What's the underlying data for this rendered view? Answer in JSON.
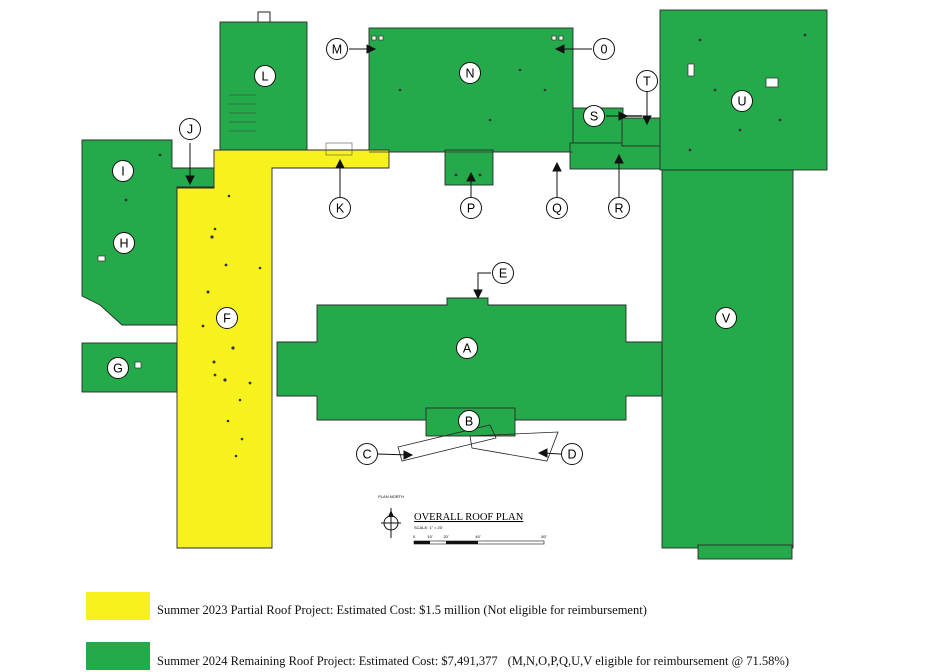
{
  "colors": {
    "completed_2023": "#f7f21e",
    "remaining_2024": "#25aa4b",
    "outline": "#2b2b2b"
  },
  "labels": {
    "A": "A",
    "B": "B",
    "C": "C",
    "D": "D",
    "E": "E",
    "F": "F",
    "G": "G",
    "H": "H",
    "I": "I",
    "J": "J",
    "K": "K",
    "L": "L",
    "M": "M",
    "N": "N",
    "O": "0",
    "P": "P",
    "Q": "Q",
    "R": "R",
    "S": "S",
    "T": "T",
    "U": "U",
    "V": "V"
  },
  "plan_title": "OVERALL ROOF PLAN",
  "north_label": "PLAN NORTH",
  "scale_note": "SCALE: 1\" = 20'",
  "scale_ticks": [
    "0",
    "10'",
    "20'",
    "40'",
    "80'"
  ],
  "legend": [
    {
      "color_key": "completed_2023",
      "text": "Summer 2023 Partial Roof Project: Estimated Cost: $1.5 million (Not eligible for reimbursement)",
      "note": ""
    },
    {
      "color_key": "remaining_2024",
      "text": "Summer 2024 Remaining Roof Project: Estimated Cost: $7,491,377",
      "note": "(M,N,O,P,Q,U,V eligible for reimbursement @ 71.58%)"
    }
  ]
}
